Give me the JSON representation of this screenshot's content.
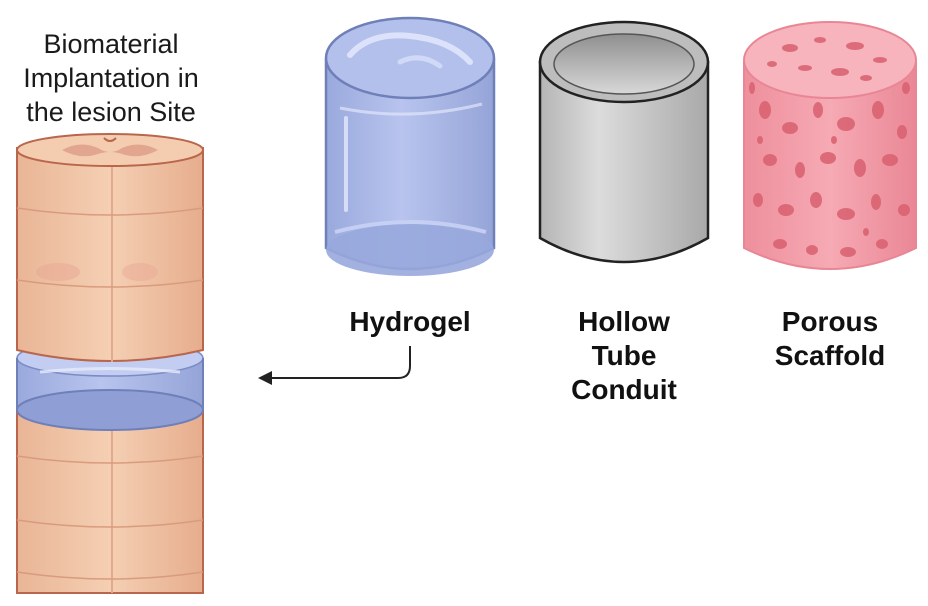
{
  "title": {
    "lines": [
      "Biomaterial",
      "Implantation in",
      "the lesion Site"
    ]
  },
  "biomaterials": [
    {
      "name": "hydrogel",
      "label_lines": [
        "Hydrogel"
      ]
    },
    {
      "name": "hollow-tube-conduit",
      "label_lines": [
        "Hollow",
        "Tube",
        "Conduit"
      ]
    },
    {
      "name": "porous-scaffold",
      "label_lines": [
        "Porous",
        "Scaffold"
      ]
    }
  ],
  "colors": {
    "spinal_tissue": "#f1c6a8",
    "spinal_outline": "#b9664c",
    "hydrogel": "#a9b7e6",
    "hydrogel_outline": "#6f7fb8",
    "conduit": "#c9c9c9",
    "scaffold": "#f29aa6",
    "scaffold_pores": "#d9606f",
    "arrow": "#222222"
  }
}
